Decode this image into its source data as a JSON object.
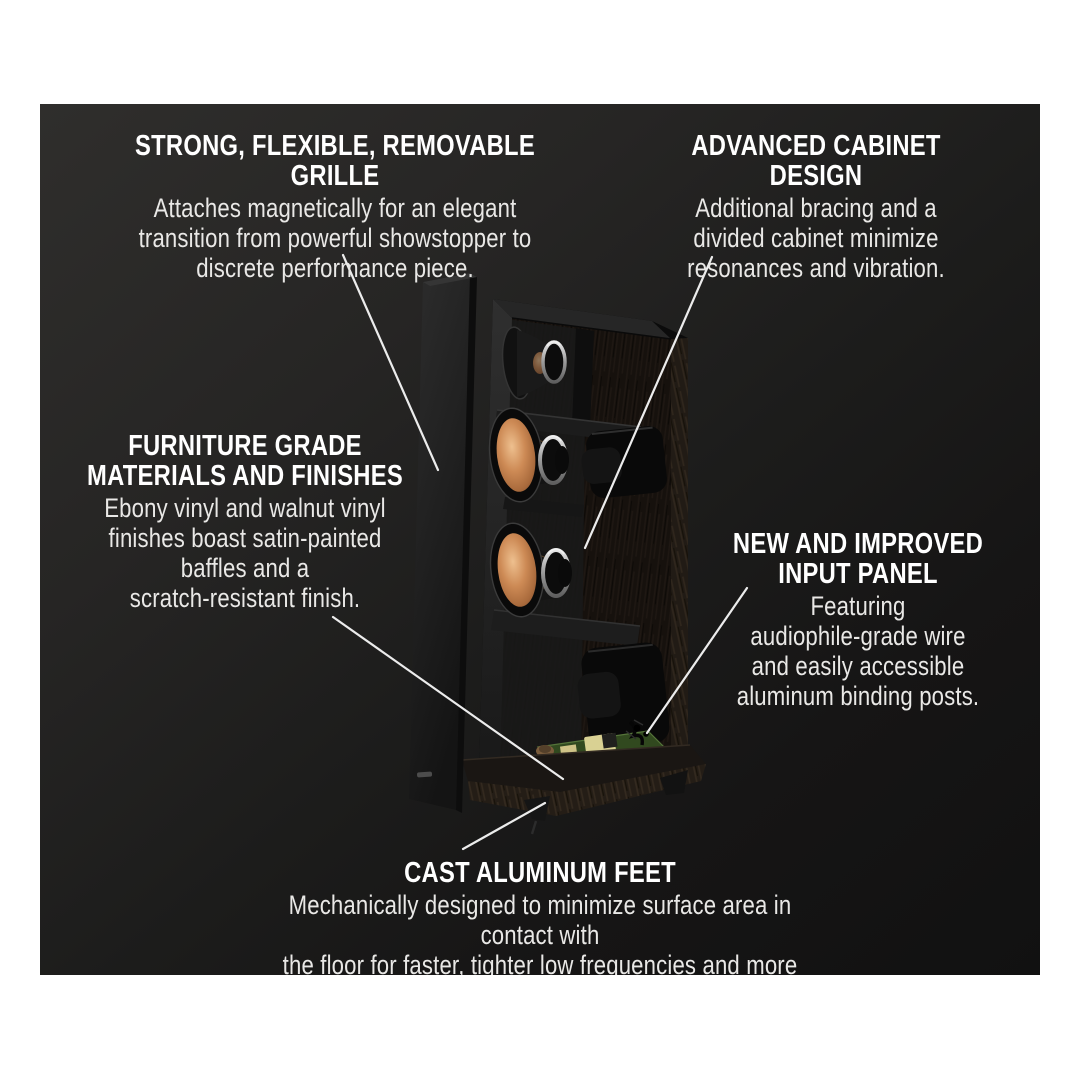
{
  "panel": {
    "background_top_left": "#2f2e2c",
    "background_bottom_right": "#111111",
    "page_background": "#ffffff",
    "callout_line_color": "#ececec",
    "heading_color": "#ffffff",
    "body_color": "#e9e8e6"
  },
  "callouts": {
    "grille": {
      "heading": "STRONG, FLEXIBLE, REMOVABLE GRILLE",
      "body": "Attaches magnetically for an elegant\ntransition from powerful showstopper to\ndiscrete performance piece."
    },
    "cabinet": {
      "heading": "ADVANCED CABINET DESIGN",
      "body": "Additional bracing and a\ndivided cabinet minimize\nresonances and vibration."
    },
    "materials": {
      "heading": "FURNITURE GRADE\nMATERIALS AND FINISHES",
      "body": "Ebony vinyl and walnut vinyl\nfinishes boast satin-painted\nbaffles and a\nscratch-resistant finish."
    },
    "input": {
      "heading": "NEW AND IMPROVED\nINPUT PANEL",
      "body": "Featuring\naudiophile-grade wire\nand easily accessible\naluminum binding posts."
    },
    "feet": {
      "heading": "CAST ALUMINUM FEET",
      "body": "Mechanically designed to minimize surface area in contact with\nthe floor for faster, tighter low frequencies and more detail."
    }
  },
  "illustration": {
    "parts": [
      "removable-grille-panel",
      "cutaway-cabinet",
      "horn-tweeter",
      "upper-copper-woofer",
      "lower-copper-woofer",
      "internal-brace-upper",
      "internal-brace-lower",
      "internal-shelves",
      "crossover-board",
      "plinth-base",
      "cast-aluminum-feet"
    ],
    "colors": {
      "copper_accent": "#cd8a55",
      "copper_highlight": "#eec08f",
      "cabinet_black": "#0b0b0b",
      "wood_grain_dark": "#17120e",
      "pcb_green": "#31491f",
      "component_yellow": "#d9d193",
      "driver_silver": "#d8d8d8"
    }
  }
}
